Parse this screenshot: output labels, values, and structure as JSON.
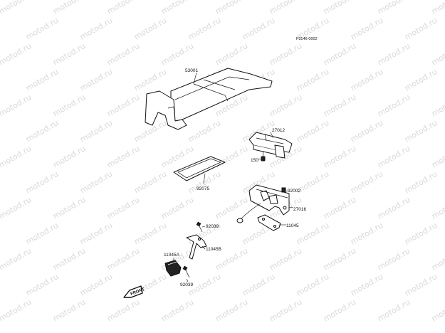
{
  "figure_ref": "F3146-0002",
  "watermark": "motod.ru",
  "front_label": "FRONT",
  "part_labels": {
    "p53001": "53001",
    "p27012": "27012",
    "p150": "150",
    "p92075": "92075",
    "p92002": "92002",
    "p27016": "27016",
    "p11045": "11045",
    "p92039a": "92039",
    "p11045b": "11045B",
    "p11045a": "11045A",
    "p92039b": "92039"
  }
}
